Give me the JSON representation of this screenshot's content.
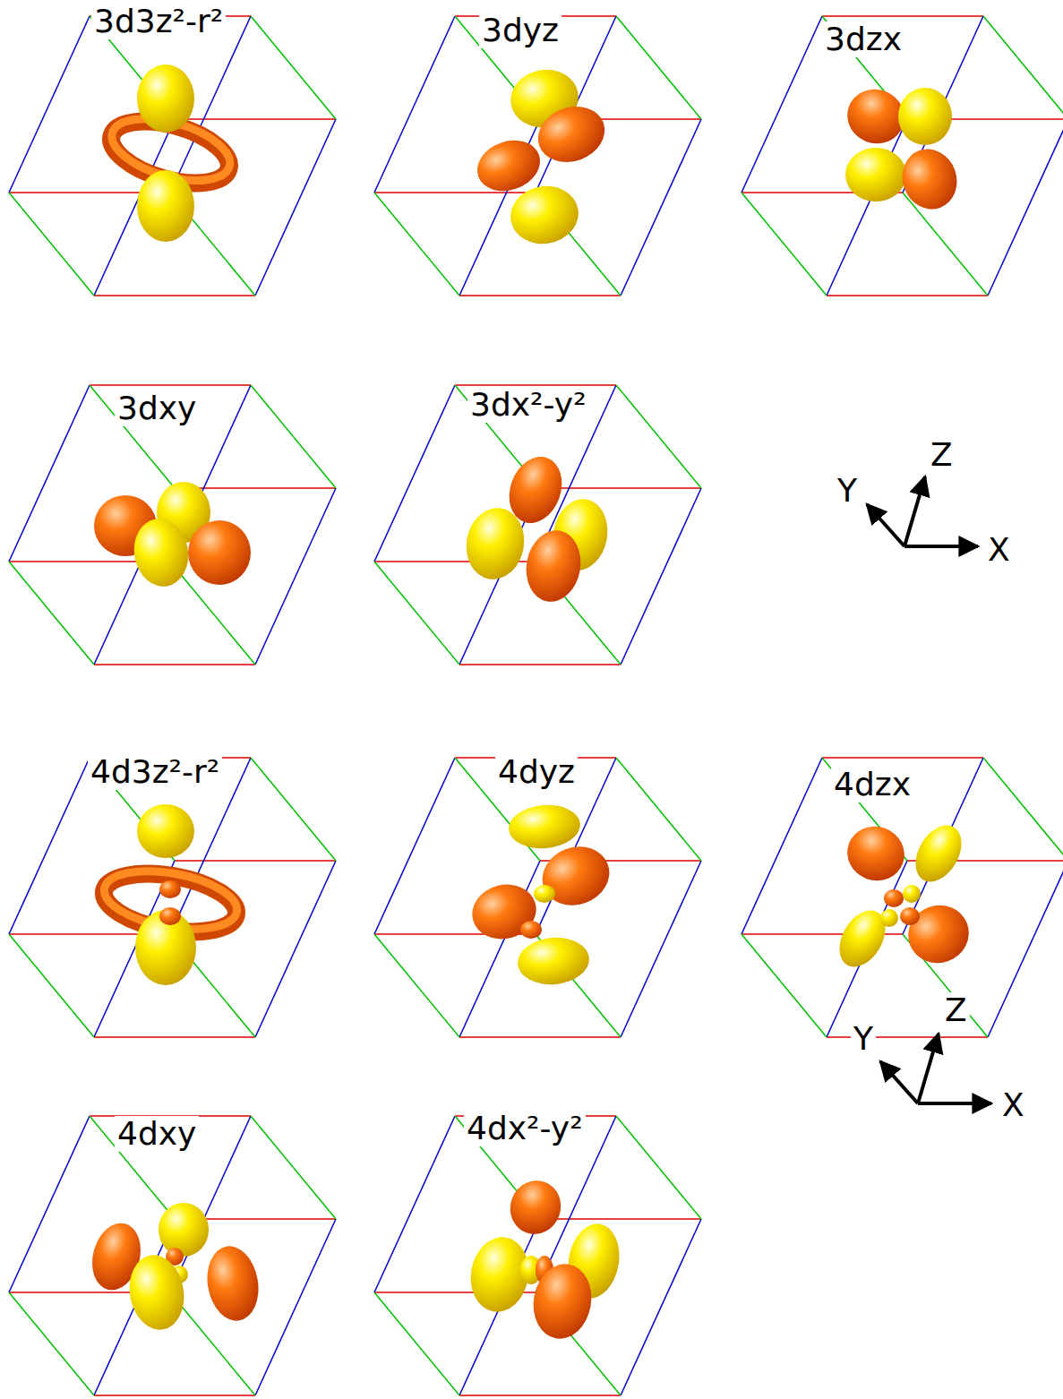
{
  "diagram": {
    "labels": [
      "3d3z²-r²",
      "3dyz",
      "3dzx",
      "3dxy",
      "3dx²-y²",
      "Y",
      "Z",
      "X",
      "4d3z²-r²",
      "4dyz",
      "4dzx",
      "4dxy",
      "4dx²-y²",
      "Y",
      "Z",
      "X"
    ]
  }
}
